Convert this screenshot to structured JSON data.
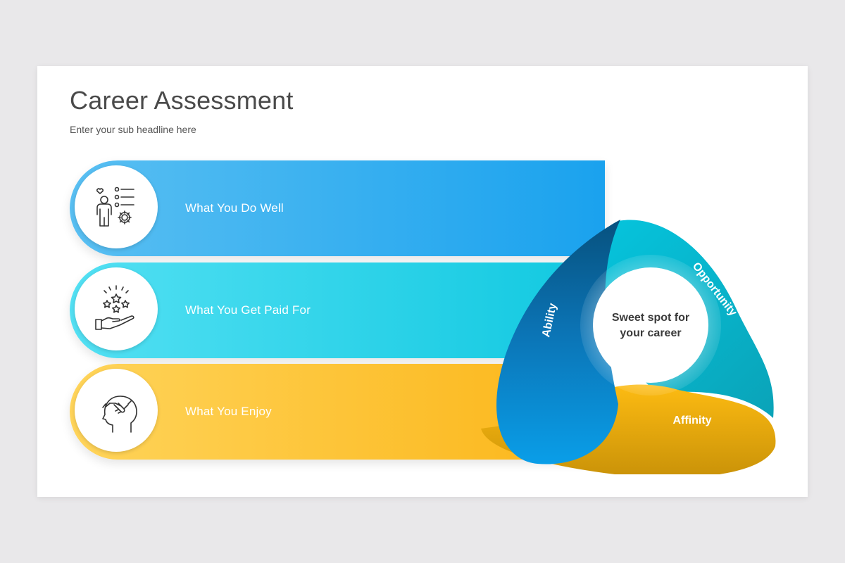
{
  "slide": {
    "title": "Career Assessment",
    "subtitle": "Enter your sub headline here"
  },
  "items": [
    {
      "label": "What You Do Well",
      "icon": "person-skills-icon",
      "color": "#1aa2ee"
    },
    {
      "label": "What You Get Paid For",
      "icon": "hand-stars-icon",
      "color": "#10c8e0"
    },
    {
      "label": "What You Enjoy",
      "icon": "head-handshake-icon",
      "color": "#fbb517"
    }
  ],
  "venn": {
    "center": [
      "Sweet spot for",
      "your career"
    ],
    "segments": {
      "opportunity": "Opportunity",
      "ability": "Ability",
      "affinity": "Affinity"
    }
  }
}
